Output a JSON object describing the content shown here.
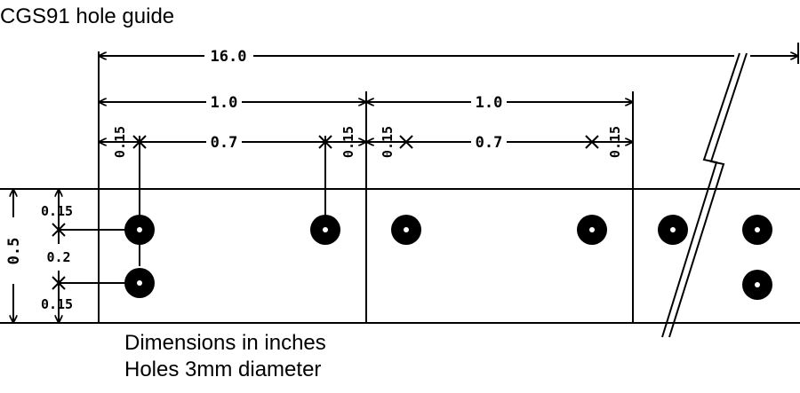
{
  "title": "CGS91 hole guide",
  "dimensions": {
    "overall": "16.0",
    "section": "1.0",
    "edge": "0.15",
    "pitch": "0.7",
    "height": "0.5",
    "row_spacing": "0.2"
  },
  "notes": {
    "line1": "Dimensions in inches",
    "line2": "Holes 3mm diameter"
  }
}
